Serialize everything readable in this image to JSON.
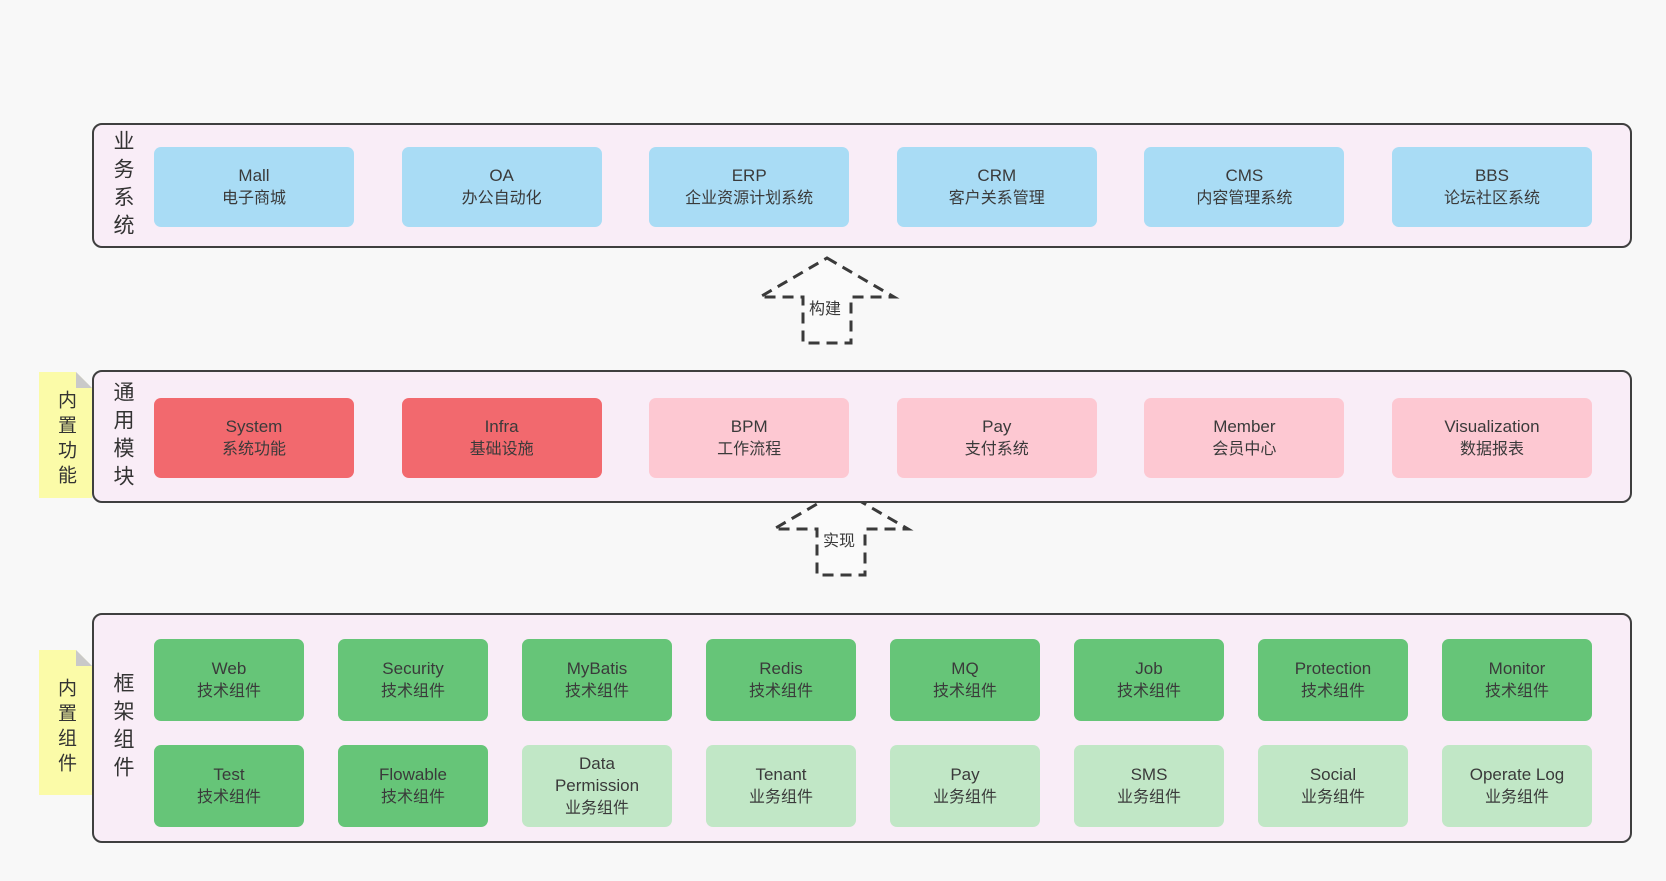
{
  "diagram": {
    "arrows": [
      {
        "label": "构建"
      },
      {
        "label": "实现"
      }
    ],
    "bands": [
      {
        "id": "business",
        "label": "业务系统",
        "rows": [
          [
            {
              "name": "Mall",
              "desc": "电子商城",
              "variant": "blue"
            },
            {
              "name": "OA",
              "desc": "办公自动化",
              "variant": "blue"
            },
            {
              "name": "ERP",
              "desc": "企业资源计划系统",
              "variant": "blue"
            },
            {
              "name": "CRM",
              "desc": "客户关系管理",
              "variant": "blue"
            },
            {
              "name": "CMS",
              "desc": "内容管理系统",
              "variant": "blue"
            },
            {
              "name": "BBS",
              "desc": "论坛社区系统",
              "variant": "blue"
            }
          ]
        ]
      },
      {
        "id": "modules",
        "label": "通用模块",
        "sticky": "内置功能",
        "rows": [
          [
            {
              "name": "System",
              "desc": "系统功能",
              "variant": "red"
            },
            {
              "name": "Infra",
              "desc": "基础设施",
              "variant": "red"
            },
            {
              "name": "BPM",
              "desc": "工作流程",
              "variant": "pink"
            },
            {
              "name": "Pay",
              "desc": "支付系统",
              "variant": "pink"
            },
            {
              "name": "Member",
              "desc": "会员中心",
              "variant": "pink"
            },
            {
              "name": "Visualization",
              "desc": "数据报表",
              "variant": "pink"
            }
          ]
        ]
      },
      {
        "id": "components",
        "label": "框架组件",
        "sticky": "内置组件",
        "rows": [
          [
            {
              "name": "Web",
              "desc": "技术组件",
              "variant": "green"
            },
            {
              "name": "Security",
              "desc": "技术组件",
              "variant": "green"
            },
            {
              "name": "MyBatis",
              "desc": "技术组件",
              "variant": "green"
            },
            {
              "name": "Redis",
              "desc": "技术组件",
              "variant": "green"
            },
            {
              "name": "MQ",
              "desc": "技术组件",
              "variant": "green"
            },
            {
              "name": "Job",
              "desc": "技术组件",
              "variant": "green"
            },
            {
              "name": "Protection",
              "desc": "技术组件",
              "variant": "green"
            },
            {
              "name": "Monitor",
              "desc": "技术组件",
              "variant": "green"
            }
          ],
          [
            {
              "name": "Test",
              "desc": "技术组件",
              "variant": "green"
            },
            {
              "name": "Flowable",
              "desc": "技术组件",
              "variant": "green"
            },
            {
              "name": "Data Permission",
              "desc": "业务组件",
              "variant": "green-light"
            },
            {
              "name": "Tenant",
              "desc": "业务组件",
              "variant": "green-light"
            },
            {
              "name": "Pay",
              "desc": "业务组件",
              "variant": "green-light"
            },
            {
              "name": "SMS",
              "desc": "业务组件",
              "variant": "green-light"
            },
            {
              "name": "Social",
              "desc": "业务组件",
              "variant": "green-light"
            },
            {
              "name": "Operate Log",
              "desc": "业务组件",
              "variant": "green-light"
            }
          ]
        ]
      }
    ],
    "colors": {
      "page_background": "#f8f8f8",
      "band_background": "#f9edf7",
      "band_border": "#3f3f3f",
      "box_blue": "#a9dcf5",
      "box_red": "#f2696e",
      "box_pink": "#fdc8d2",
      "box_green": "#66c578",
      "box_green_light": "#c1e7c6",
      "sticky_yellow": "#fbfba8",
      "sticky_fold": "#c9c9c9",
      "text": "#3a3a3a"
    }
  }
}
